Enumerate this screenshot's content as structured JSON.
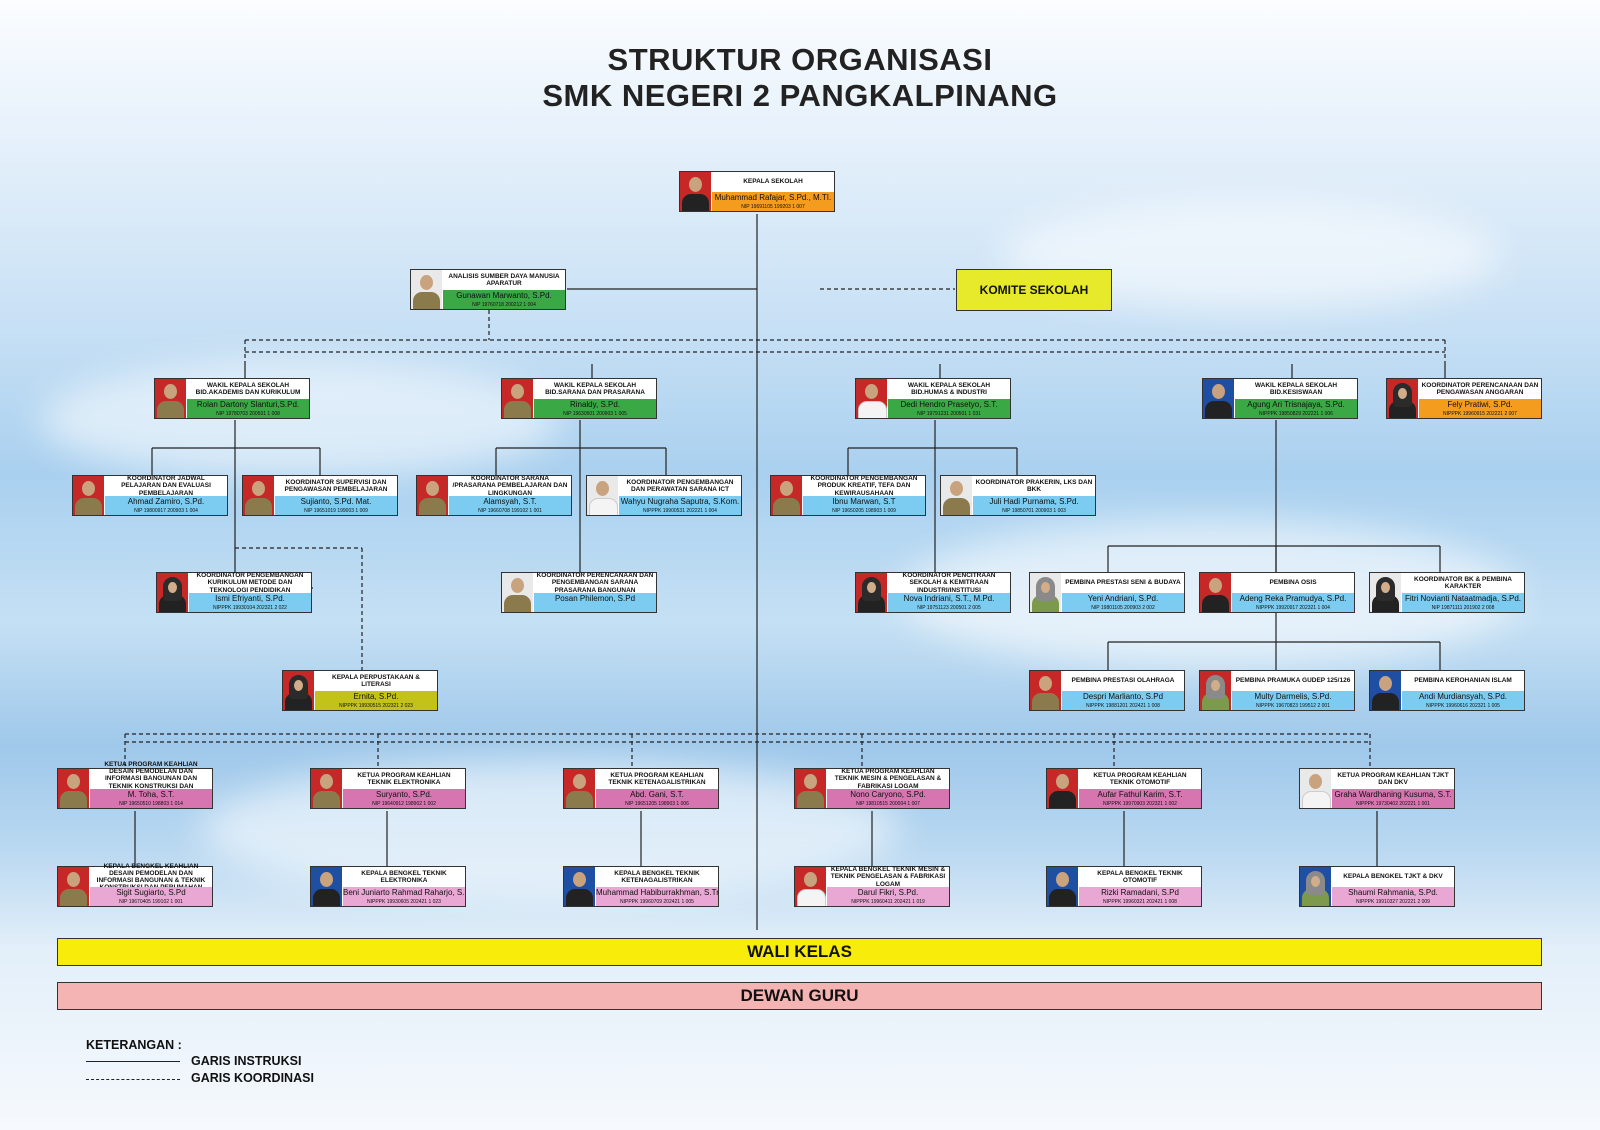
{
  "title": {
    "line1": "STRUKTUR ORGANISASI",
    "line2": "SMK NEGERI 2 PANGKALPINANG"
  },
  "komite": "KOMITE SEKOLAH",
  "cards": [
    {
      "id": "c0",
      "title": "KEPALA SEKOLAH",
      "name": "Muhammad Rafajar, S.Pd., M.TI.",
      "nip": "NIP 19691105 199203 1 007",
      "color": "orange"
    },
    {
      "id": "c1",
      "title": "ANALISIS SUMBER DAYA MANUSIA APARATUR",
      "name": "Gunawan Marwanto, S.Pd.",
      "nip": "NIP 19760718 200212 1 004",
      "color": "green"
    },
    {
      "id": "c2",
      "title": "WAKIL KEPALA SEKOLAH BID.AKADEMIS DAN KURIKULUM",
      "name": "Rolan Dartony Slanturi,S.Pd.",
      "nip": "NIP 19780703 200501 1 008",
      "color": "green"
    },
    {
      "id": "c3",
      "title": "WAKIL KEPALA SEKOLAH BID.SARANA DAN PRASARANA",
      "name": "Rinaldy, S.Pd.",
      "nip": "NIP 19630501 200903 1 005",
      "color": "green"
    },
    {
      "id": "c4",
      "title": "WAKIL KEPALA SEKOLAH BID.HUMAS & INDUSTRI",
      "name": "Dedi Hendro Prasetyo, S.T.",
      "nip": "NIP 19791231 200501 1 031",
      "color": "green"
    },
    {
      "id": "c5",
      "title": "WAKIL KEPALA SEKOLAH BID.KESISWAAN",
      "name": "Agung Ari Trisnajaya, S.Pd.",
      "nip": "NIPPPK 19850829 202221 1 006",
      "color": "green"
    },
    {
      "id": "c6",
      "title": "KOORDINATOR PERENCANAAN DAN PENGAWASAN ANGGARAN",
      "name": "Fely Pratiwi, S.Pd.",
      "nip": "NIPPPK 19960915 202221 2 007",
      "color": "orange"
    },
    {
      "id": "c7",
      "title": "KOORDINATOR JADWAL PELAJARAN DAN EVALUASI PEMBELAJARAN",
      "name": "Ahmad Zamiro, S.Pd.",
      "nip": "NIP 19800917 200903 1 004",
      "color": "blue"
    },
    {
      "id": "c8",
      "title": "KOORDINATOR SUPERVISI DAN PENGAWASAN PEMBELAJARAN",
      "name": "Sujianto, S.Pd. Mat.",
      "nip": "NIP 19651019 199003 1 009",
      "color": "blue"
    },
    {
      "id": "c9",
      "title": "KOORDINATOR SARANA /PRASARANA PEMBELAJARAN DAN LINGKUNGAN",
      "name": "Alamsyah, S.T.",
      "nip": "NIP 19660708 199102 1 001",
      "color": "blue"
    },
    {
      "id": "c10",
      "title": "KOORDINATOR PENGEMBANGAN DAN PERAWATAN SARANA ICT",
      "name": "Wahyu Nugraha Saputra, S.Kom.",
      "nip": "NIPPPK 19900531 202221 1 004",
      "color": "blue"
    },
    {
      "id": "c11",
      "title": "KOORDINATOR PENGEMBANGAN PRODUK KREATIF, TEFA DAN KEWIRAUSAHAAN",
      "name": "Ibnu Marwan, S.T",
      "nip": "NIP 19650205 198903 1 009",
      "color": "blue"
    },
    {
      "id": "c12",
      "title": "KOORDINATOR PRAKERIN, LKS DAN BKK",
      "name": "Juli Hadi Purnama, S.Pd.",
      "nip": "NIP 19850701 200903 1 003",
      "color": "blue"
    },
    {
      "id": "c13",
      "title": "KOORDINATOR PENGEMBANGAN KURIKULUM METODE DAN TEKNOLOGI PENDIDIKAN",
      "name": "Ismi Efriyanti, S.Pd.",
      "nip": "NIPPPK 19930104 202321 2 022",
      "color": "blue"
    },
    {
      "id": "c14",
      "title": "KOORDINATOR PERENCANAAN DAN PENGEMBANGAN SARANA PRASARANA BANGUNAN",
      "name": "Posan Philemon, S.Pd",
      "nip": "",
      "color": "blue"
    },
    {
      "id": "c15",
      "title": "KOORDINATOR PENCITRAAN SEKOLAH & KEMITRAAN INDUSTRI/INSTITUSI",
      "name": "Nova Indriani, S.T., M.Pd.",
      "nip": "NIP 19751123 200501 2 005",
      "color": "blue"
    },
    {
      "id": "c16",
      "title": "PEMBINA PRESTASI SENI & BUDAYA",
      "name": "Yeni Andriani, S.Pd.",
      "nip": "NIP 19801105 200903 2 002",
      "color": "blue"
    },
    {
      "id": "c17",
      "title": "PEMBINA OSIS",
      "name": "Adeng Reka Pramudya, S.Pd.",
      "nip": "NIPPPK 19920917 202321 1 004",
      "color": "blue"
    },
    {
      "id": "c18",
      "title": "KOORDINATOR BK & PEMBINA KARAKTER",
      "name": "Fitri Novianti Nataatmadja, S.Pd.",
      "nip": "NIP 19871111 201902 2 008",
      "color": "blue"
    },
    {
      "id": "c19",
      "title": "KEPALA PERPUSTAKAAN & LITERASI",
      "name": "Ernita, S.Pd.",
      "nip": "NIPPPK 19930515 202321 2 023",
      "color": "olive"
    },
    {
      "id": "c20",
      "title": "PEMBINA PRESTASI OLAHRAGA",
      "name": "Despri Marlianto, S.Pd",
      "nip": "NIPPPK 19881201 202421 1 008",
      "color": "blue"
    },
    {
      "id": "c21",
      "title": "PEMBINA PRAMUKA GUDEP 125/126",
      "name": "Multy Darmelis, S.Pd.",
      "nip": "NIPPPK 19670823 199512 2 001",
      "color": "blue"
    },
    {
      "id": "c22",
      "title": "PEMBINA KEROHANIAN ISLAM",
      "name": "Andi Murdiansyah, S.Pd.",
      "nip": "NIPPPK 19960616 202321 1 005",
      "color": "blue"
    },
    {
      "id": "c23",
      "title": "KETUA PROGRAM KEAHLIAN DESAIN PEMODELAN DAN INFORMASI BANGUNAN DAN TEKNIK KONSTRUKSI DAN PERUMAHAN",
      "name": "M. Toha, S.T.",
      "nip": "NIP 19650510 198803 1 014",
      "color": "pink"
    },
    {
      "id": "c24",
      "title": "KETUA PROGRAM KEAHLIAN TEKNIK ELEKTRONIKA",
      "name": "Suryanto, S.Pd.",
      "nip": "NIP 19640912 198902 1 002",
      "color": "pink"
    },
    {
      "id": "c25",
      "title": "KETUA PROGRAM KEAHLIAN TEKNIK KETENAGALISTRIKAN",
      "name": "Abd. Gani, S.T.",
      "nip": "NIP 19651205 198903 1 006",
      "color": "pink"
    },
    {
      "id": "c26",
      "title": "KETUA PROGRAM KEAHLIAN TEKNIK MESIN & PENGELASAN & FABRIKASI LOGAM",
      "name": "Nono Caryono, S.Pd.",
      "nip": "NIP 19810515 200004 1 007",
      "color": "pink"
    },
    {
      "id": "c27",
      "title": "KETUA PROGRAM KEAHLIAN TEKNIK OTOMOTIF",
      "name": "Aufar Fathul Karim, S.T.",
      "nip": "NIPPPK 19970903 202321 1 002",
      "color": "pink"
    },
    {
      "id": "c28",
      "title": "KETUA PROGRAM KEAHLIAN TJKT DAN DKV",
      "name": "Graha Wardhaning Kusuma, S.T.",
      "nip": "NIPPPK 19730402 202221 1 001",
      "color": "pink"
    },
    {
      "id": "c29",
      "title": "KEPALA BENGKEL KEAHLIAN DESAIN PEMODELAN DAN INFORMASI BANGUNAN & TEKNIK KONSTRUKSI DAN PERUMAHAN",
      "name": "Sigit Sugiarto, S.Pd",
      "nip": "NIP 19670405 199102 1 001",
      "color": "lpink"
    },
    {
      "id": "c30",
      "title": "KEPALA BENGKEL TEKNIK ELEKTRONIKA",
      "name": "Beni Juniarto Rahmad Raharjo, S.Pd.",
      "nip": "NIPPPK 19930605 202421 1 023",
      "color": "lpink"
    },
    {
      "id": "c31",
      "title": "KEPALA BENGKEL TEKNIK KETENAGALISTRIKAN",
      "name": "Muhammad Habiburrakhman, S.Tr.T.",
      "nip": "NIPPPK 19960709 202421 1 005",
      "color": "lpink"
    },
    {
      "id": "c32",
      "title": "KEPALA BENGKEL TEKNIK MESIN & TEKNIK PENGELASAN & FABRIKASI LOGAM",
      "name": "Darul Fikri, S.Pd.",
      "nip": "NIPPPK 19960411 202421 1 019",
      "color": "lpink"
    },
    {
      "id": "c33",
      "title": "KEPALA BENGKEL TEKNIK OTOMOTIF",
      "name": "Rizki Ramadani, S.Pd",
      "nip": "NIPPPK 19960321 202421 1 008",
      "color": "lpink"
    },
    {
      "id": "c34",
      "title": "KEPALA BENGKEL TJKT & DKV",
      "name": "Shaumi Rahmania, S.Pd.",
      "nip": "NIPPPK 19910327 202221 2 009",
      "color": "lpink"
    }
  ],
  "bars": {
    "wali_kelas": "WALI KELAS",
    "dewan_guru": "DEWAN GURU"
  },
  "legend": {
    "heading": "KETERANGAN :",
    "solid": "GARIS INSTRUKSI",
    "dashed": "GARIS KOORDINASI"
  },
  "colors": {
    "orange": "#f39c1e",
    "green": "#3aa845",
    "blue": "#7ccbf0",
    "olive": "#c3c219",
    "pink": "#d675b0",
    "light_pink": "#e9a7d3",
    "komite": "#e6ea2a",
    "wali_kelas": "#f7ec0a",
    "dewan_guru": "#f4b4b4"
  }
}
